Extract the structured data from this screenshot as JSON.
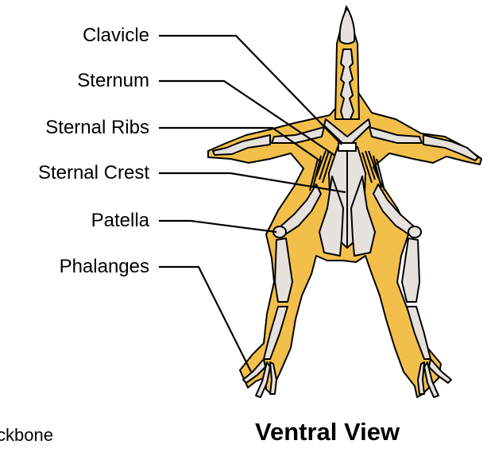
{
  "labels": {
    "clavicle": "Clavicle",
    "sternum": "Sternum",
    "sternal_ribs": "Sternal Ribs",
    "sternal_crest": "Sternal Crest",
    "patella": "Patella",
    "phalanges": "Phalanges"
  },
  "view_title": "Ventral View",
  "cutoff_text": "ckbone",
  "colors": {
    "flesh": "#f2c04a",
    "bone": "#e6e1dc",
    "outline": "#000000",
    "background": "#ffffff"
  }
}
